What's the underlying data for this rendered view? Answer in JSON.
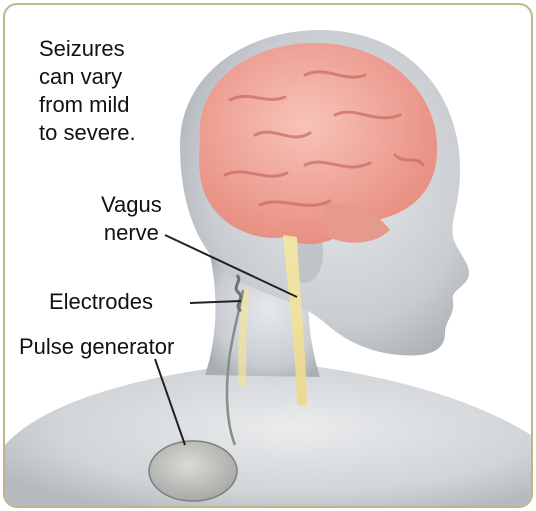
{
  "captions": {
    "seizures": "Seizures\ncan vary\nfrom mild\nto severe.",
    "vagus_nerve": "Vagus\nnerve",
    "electrodes": "Electrodes",
    "pulse_generator": "Pulse generator"
  },
  "colors": {
    "frame_border": "#bfb58a",
    "brain": "#f2a69a",
    "nerve": "#f0e08a",
    "head": "#cfd3d6",
    "device": "#b9bbb8"
  }
}
